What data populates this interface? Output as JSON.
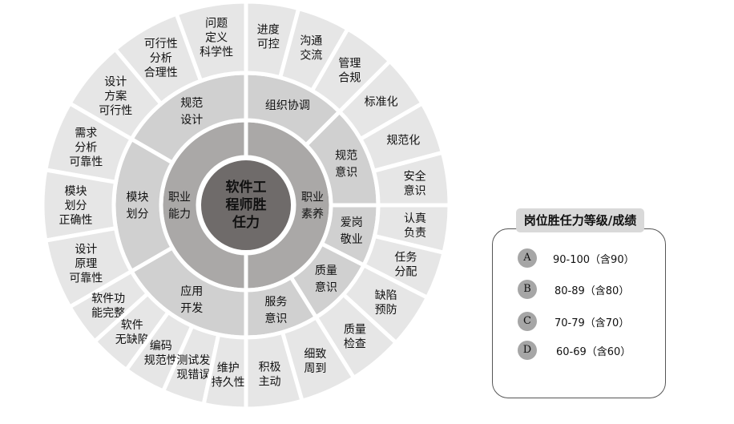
{
  "center": {
    "lines": [
      "软件工",
      "程师胜",
      "任力"
    ]
  },
  "categories": [
    {
      "label": [
        "职业",
        "能力"
      ],
      "side": "left",
      "subs": [
        {
          "label": [
            "规范",
            "设计"
          ],
          "items": [
            [
              "问题",
              "定义",
              "科学性"
            ],
            [
              "可行性",
              "分析",
              "合理性"
            ],
            [
              "设计",
              "方案",
              "可行性"
            ]
          ]
        },
        {
          "label": [
            "模块",
            "划分"
          ],
          "items": [
            [
              "需求",
              "分析",
              "可靠性"
            ],
            [
              "模块",
              "划分",
              "正确性"
            ],
            [
              "设计",
              "原理",
              "可靠性"
            ]
          ]
        },
        {
          "label": [
            "应用",
            "开发"
          ],
          "items": [
            [
              "软件功",
              "能完整"
            ],
            [
              "软件",
              "无缺陷"
            ],
            [
              "编码",
              "规范性"
            ],
            [
              "测试发",
              "现错误"
            ],
            [
              "维护",
              "持久性"
            ]
          ]
        }
      ]
    },
    {
      "label": [
        "职业",
        "素养"
      ],
      "side": "right",
      "subs": [
        {
          "label": [
            "组织协调"
          ],
          "items": [
            [
              "进度",
              "可控"
            ],
            [
              "沟通",
              "交流"
            ],
            [
              "管理",
              "合规"
            ]
          ]
        },
        {
          "label": [
            "规范",
            "意识"
          ],
          "items": [
            [
              "标准化"
            ],
            [
              "规范化"
            ],
            [
              "安全",
              "意识"
            ]
          ]
        },
        {
          "label": [
            "爱岗",
            "敬业"
          ],
          "items": [
            [
              "认真",
              "负责"
            ],
            [
              "任务",
              "分配"
            ]
          ]
        },
        {
          "label": [
            "质量",
            "意识"
          ],
          "items": [
            [
              "缺陷",
              "预防"
            ],
            [
              "质量",
              "检查"
            ]
          ]
        },
        {
          "label": [
            "服务",
            "意识"
          ],
          "items": [
            [
              "细致",
              "周到"
            ],
            [
              "积极",
              "主动"
            ]
          ]
        }
      ]
    }
  ],
  "colors": {
    "center": "#6f6b6a",
    "ring1": "#aaa8a7",
    "ring2": "#d0d0d0",
    "ring3": "#e6e6e6",
    "badge": "#a6a6a6"
  },
  "legend": {
    "title": "岗位胜任力等级/成绩",
    "rows": [
      {
        "grade": "A",
        "range": "90-100（含90）"
      },
      {
        "grade": "B",
        "range": "80-89（含80）"
      },
      {
        "grade": "C",
        "range": "70-79（含70）"
      },
      {
        "grade": "D",
        "range": "60-69（含60）"
      }
    ]
  }
}
